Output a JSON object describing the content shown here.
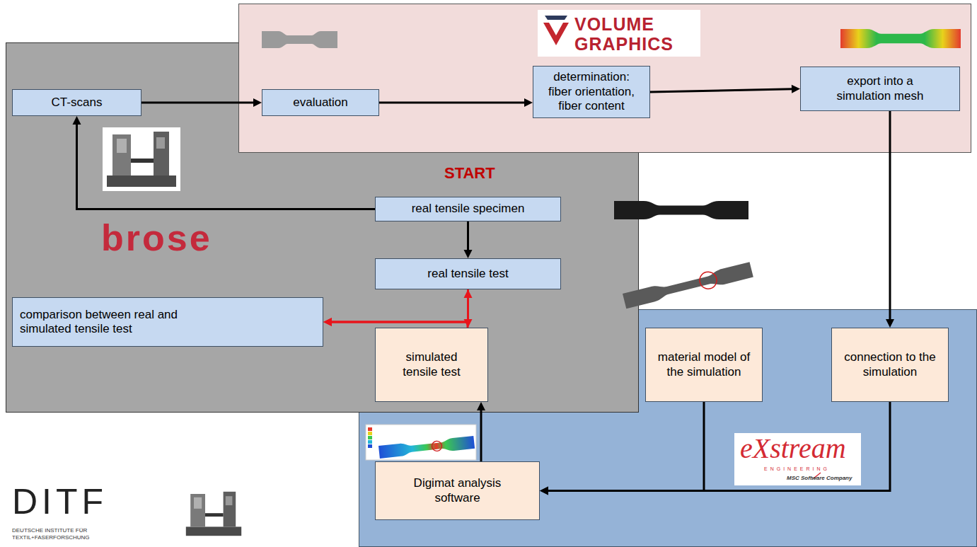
{
  "diagram": {
    "nodes": [
      {
        "text": [
          "VOLUME GRAPHICS"
        ]
      },
      {
        "text": [
          "evaluation"
        ],
        "in": 0
      },
      {
        "text": [
          "determination: fiber orientation, fiber content"
        ],
        "in": 0
      },
      {
        "text": [
          "export into a simulation mesh"
        ],
        "in": 0
      },
      {
        "text": [
          "brose"
        ]
      },
      {
        "text": [
          "CT-scans"
        ],
        "in": 4
      },
      {
        "text": [
          "real tensile specimen"
        ],
        "in": 4
      },
      {
        "text": [
          "real tensile test"
        ],
        "in": 4
      },
      {
        "text": [
          "comparison between real and simulated tensile test"
        ],
        "in": 4
      },
      {
        "text": [
          "simulated tensile test"
        ],
        "in": 4
      },
      {
        "text": [
          "eXstream",
          "ENGINEERING",
          "MSC Software Company"
        ]
      },
      {
        "text": [
          "material model of the simulation"
        ],
        "in": 10
      },
      {
        "text": [
          "connection to the simulation"
        ],
        "in": 10
      },
      {
        "text": [
          "Digimat analysis software"
        ],
        "in": 10
      }
    ],
    "edges": [
      {
        "from": 5,
        "to": 1,
        "arrow": "to"
      },
      {
        "from": 1,
        "to": 2,
        "arrow": "to"
      },
      {
        "from": 2,
        "to": 3,
        "arrow": "to"
      },
      {
        "from": 3,
        "to": 12,
        "arrow": "to"
      },
      {
        "from": 6,
        "to": 5,
        "arrow": "to"
      },
      {
        "from": 6,
        "to": 7,
        "arrow": "to"
      },
      {
        "from": 7,
        "to": 9,
        "arrow": "both"
      },
      {
        "from": 7,
        "to": 8,
        "arrow": "to"
      },
      {
        "from": 9,
        "to": 8,
        "arrow": "to"
      },
      {
        "from": 11,
        "to": 13,
        "arrow": "to"
      },
      {
        "from": 12,
        "to": 13,
        "arrow": "to"
      },
      {
        "from": 13,
        "to": 9,
        "arrow": "to"
      }
    ],
    "labels": [
      "START",
      "DITF",
      "DEUTSCHE INSTITUTE FÜR TEXTIL+FASERFORSCHUNG"
    ]
  }
}
